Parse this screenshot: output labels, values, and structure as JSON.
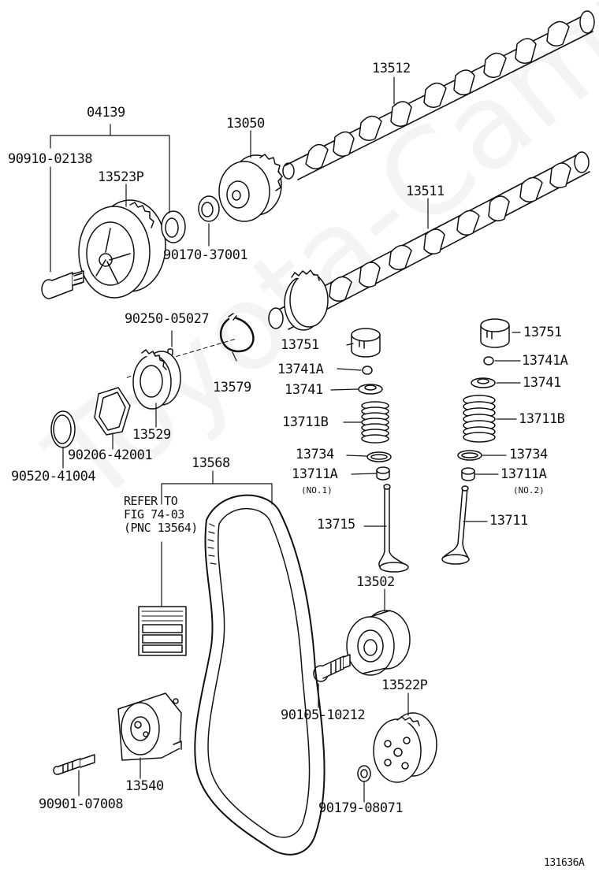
{
  "watermark": "Toyota-Camry.ru",
  "figure_code": "131636A",
  "labels": {
    "p13512": "13512",
    "p04139": "04139",
    "p13050": "13050",
    "p90910": "90910-02138",
    "p13523P": "13523P",
    "p13511": "13511",
    "p90170": "90170-37001",
    "p90250": "90250-05027",
    "p13751_1": "13751",
    "p13751_2": "13751",
    "p13741A_1": "13741A",
    "p13741A_2": "13741A",
    "p13579": "13579",
    "p13741_1": "13741",
    "p13741_2": "13741",
    "p13711B_1": "13711B",
    "p13711B_2": "13711B",
    "p13529": "13529",
    "p90206": "90206-42001",
    "p13734_1": "13734",
    "p13734_2": "13734",
    "p90520": "90520-41004",
    "p13568": "13568",
    "p13711A_1": "13711A",
    "p13711A_2": "13711A",
    "no1": "(NO.1)",
    "no2": "(NO.2)",
    "refer": "REFER TO\nFIG 74-03\n(PNC 13564)",
    "p13715": "13715",
    "p13711": "13711",
    "p13502": "13502",
    "p13522P": "13522P",
    "p90105": "90105-10212",
    "p13540": "13540",
    "p90901": "90901-07008",
    "p90179": "90179-08071"
  }
}
